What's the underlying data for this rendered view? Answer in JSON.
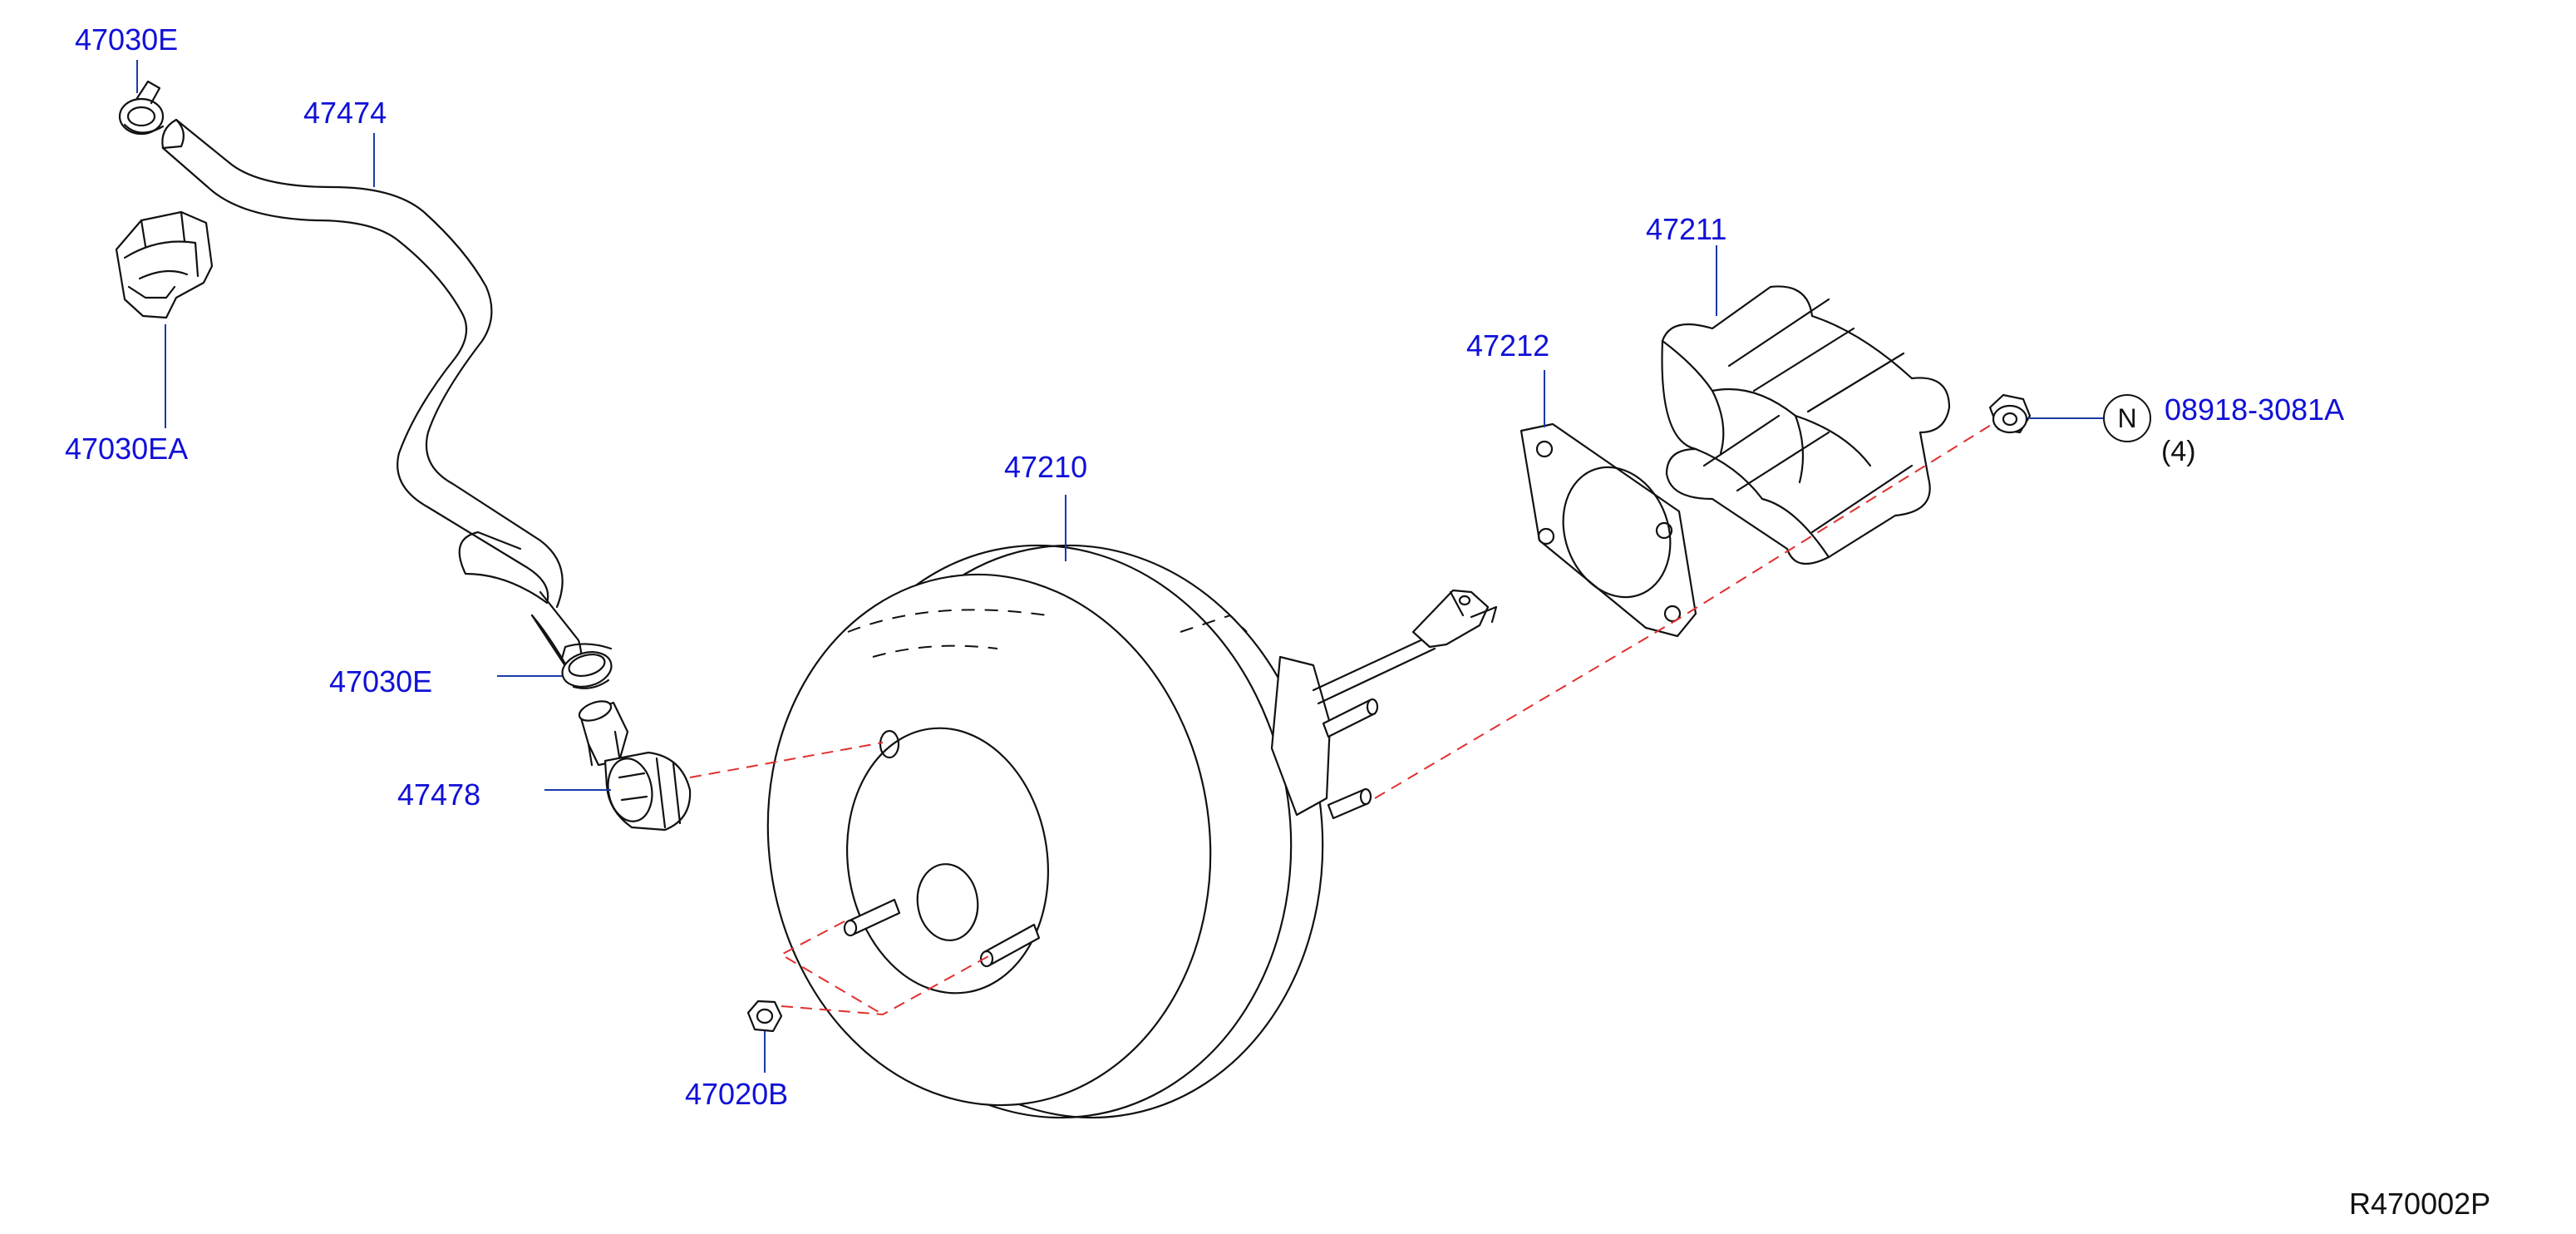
{
  "labels": {
    "p47030e_top": "47030E",
    "p47474": "47474",
    "p47030ea": "47030EA",
    "p47030e_mid": "47030E",
    "p47478": "47478",
    "p47020b": "47020B",
    "p47210": "47210",
    "p47212": "47212",
    "p47211": "47211",
    "p08918": "08918-3081A",
    "qty": "(4)",
    "n_mark": "N"
  },
  "diagram_code": "R470002P",
  "colors": {
    "label_blue": "#1010d8",
    "leader_blue": "#1a3aa8",
    "dash_red": "#e23030",
    "line_black": "#111111"
  },
  "parts": [
    {
      "number": "47030E",
      "item": "hose-clamp-icon"
    },
    {
      "number": "47474",
      "item": "vacuum-hose-icon"
    },
    {
      "number": "47030EA",
      "item": "hose-clip-icon"
    },
    {
      "number": "47478",
      "item": "check-valve-icon"
    },
    {
      "number": "47020B",
      "item": "nut-icon"
    },
    {
      "number": "47210",
      "item": "brake-booster-icon"
    },
    {
      "number": "47212",
      "item": "gasket-icon"
    },
    {
      "number": "47211",
      "item": "spacer-icon"
    },
    {
      "number": "08918-3081A",
      "item": "flange-nut-icon",
      "quantity": "(4)"
    }
  ]
}
